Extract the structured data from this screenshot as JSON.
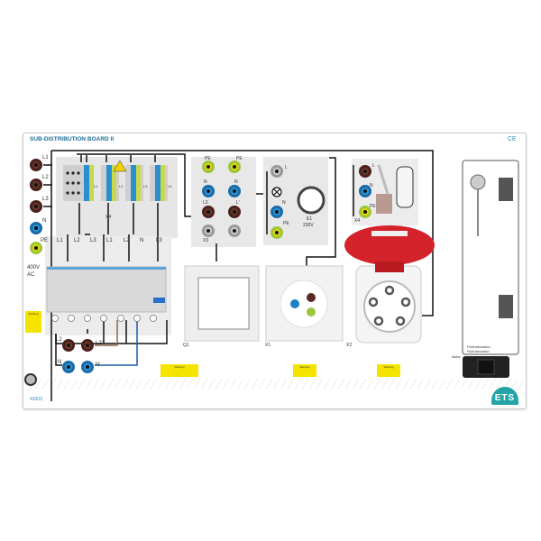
{
  "board": {
    "title": "SUB-DISTRIBUTION BOARD II",
    "ce_mark": "CE",
    "article_number": "43303",
    "brand_logo": "ETS"
  },
  "supply": {
    "sockets": [
      "L1",
      "L2",
      "L3",
      "N",
      "PE"
    ],
    "voltage": "400V",
    "type": "AC"
  },
  "terminals": {
    "labels": [
      "L1",
      "L2",
      "L3",
      "L4"
    ],
    "x4_label": "X4"
  },
  "breakers": {
    "bus_labels": [
      "L1",
      "L2",
      "L3",
      "L1",
      "L2",
      "N",
      "L3"
    ]
  },
  "fault_sockets": {
    "labels": [
      "L2",
      "L2'",
      "N",
      "N'"
    ]
  },
  "socket_panel": {
    "labels": [
      "PE",
      "PE",
      "N",
      "N",
      "L3",
      "L'"
    ],
    "id": "X3"
  },
  "lamp_panel": {
    "labels": [
      "L",
      "N",
      "PE"
    ],
    "id": "E1",
    "voltage": "230V"
  },
  "motor_panel": {
    "labels": [
      "L",
      "N",
      "PE"
    ],
    "id": "X4"
  },
  "devices": {
    "switch": "Q1",
    "socket": "X1",
    "cee_socket": "X2"
  },
  "fault_simulation": {
    "text_de": "Fehlersimulation",
    "text_en": "Fault simulation",
    "mains_label": "Mains"
  },
  "warnings": {
    "icon": "warning-triangle-icon",
    "text": "Warning"
  },
  "colors": {
    "brown": "#5a2a22",
    "blue": "#1a7fc8",
    "green": "#9cc63a",
    "gray": "#bdbdbd",
    "red": "#d4222a",
    "teal": "#23a5a8",
    "yellow": "#f5e400"
  }
}
